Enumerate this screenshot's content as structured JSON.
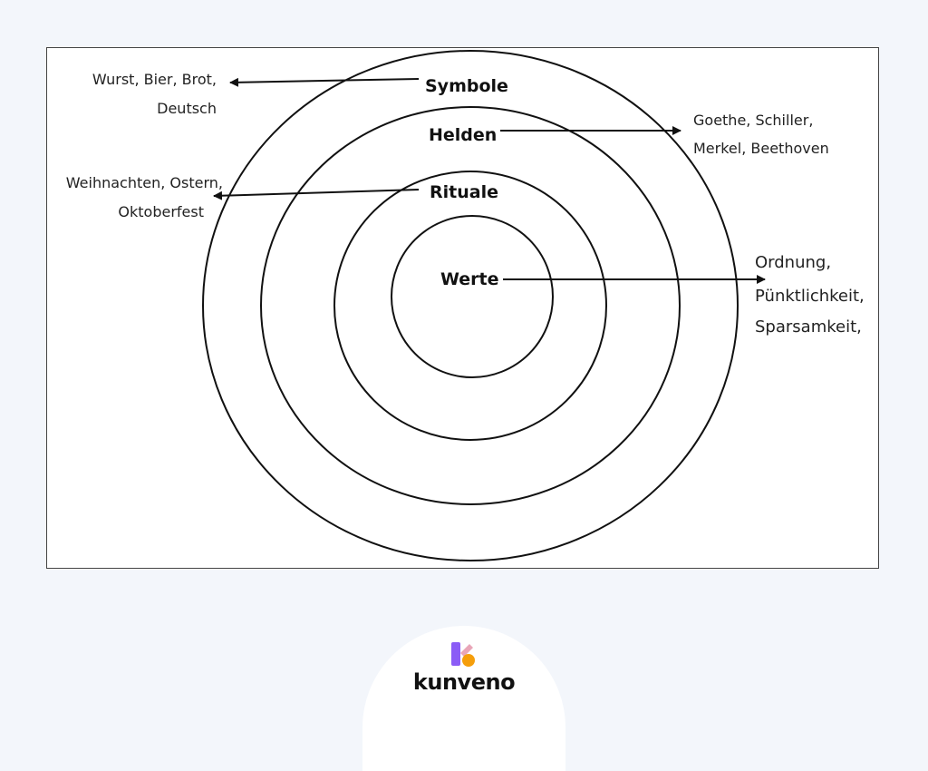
{
  "diagram": {
    "rings": [
      {
        "label": "Symbole",
        "examples": [
          "Wurst, Bier, Brot,",
          "Deutsch"
        ]
      },
      {
        "label": "Helden",
        "examples": [
          "Goethe, Schiller,",
          "Merkel, Beethoven"
        ]
      },
      {
        "label": "Rituale",
        "examples": [
          "Weihnachten, Ostern,",
          "Oktoberfest"
        ]
      },
      {
        "label": "Werte",
        "examples": [
          "Ordnung,",
          "Pünktlichkeit,",
          "Sparsamkeit,"
        ]
      }
    ]
  },
  "brand": {
    "name": "kunveno",
    "colors": {
      "purple": "#8b5cf6",
      "orange": "#f59e0b",
      "pink": "#e9a6b8"
    }
  }
}
